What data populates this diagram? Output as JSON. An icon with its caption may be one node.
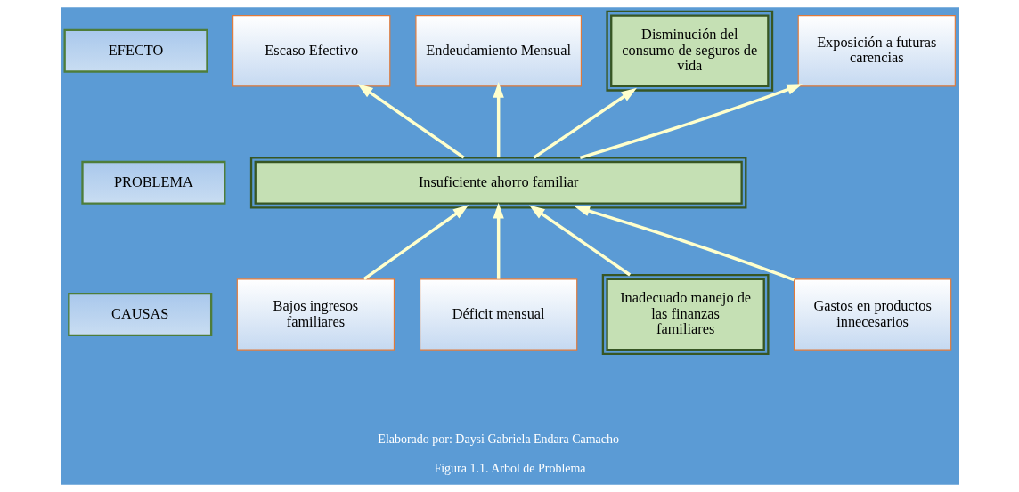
{
  "diagram": {
    "caption": "Figura 1.1. Arbol de Problema",
    "nodes": [
      {
        "text": [
          "EFECTO"
        ]
      },
      {
        "text": [
          "Escaso Efectivo"
        ]
      },
      {
        "text": [
          "Endeudamiento Mensual"
        ]
      },
      {
        "text": [
          "Disminución del consumo de seguros de vida"
        ]
      },
      {
        "text": [
          "Exposición a futuras carencias"
        ]
      },
      {
        "text": [
          "PROBLEMA"
        ]
      },
      {
        "text": [
          "Insuficiente ahorro familiar"
        ]
      },
      {
        "text": [
          "CAUSAS"
        ]
      },
      {
        "text": [
          "Bajos ingresos familiares"
        ]
      },
      {
        "text": [
          "Déficit mensual"
        ]
      },
      {
        "text": [
          "Inadecuado manejo de las finanzas familiares"
        ]
      },
      {
        "text": [
          "Gastos en productos innecesarios"
        ]
      }
    ],
    "edges": [
      {
        "from": 6,
        "to": 1,
        "arrow": "to"
      },
      {
        "from": 6,
        "to": 2,
        "arrow": "to"
      },
      {
        "from": 6,
        "to": 3,
        "arrow": "to"
      },
      {
        "from": 6,
        "to": 4,
        "arrow": "to"
      },
      {
        "from": 8,
        "to": 6,
        "arrow": "to"
      },
      {
        "from": 9,
        "to": 6,
        "arrow": "to"
      },
      {
        "from": 10,
        "to": 6,
        "arrow": "to"
      },
      {
        "from": 11,
        "to": 6,
        "arrow": "to"
      }
    ],
    "labels": [
      "Elaborado por: Daysi Gabriela Endara Camacho"
    ]
  }
}
